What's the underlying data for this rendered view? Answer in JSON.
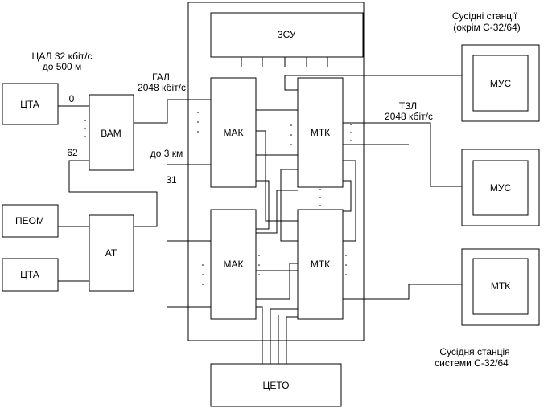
{
  "blocks": {
    "cta_top": "ЦТА",
    "peom": "ПЕОМ",
    "cta_bottom": "ЦТА",
    "vam": "ВАМ",
    "at": "АТ",
    "zsu": "ЗСУ",
    "mak_top": "МАК",
    "mtk_top": "МТК",
    "mak_bottom": "МАК",
    "mtk_bottom": "МТК",
    "ceto": "ЦЕТО",
    "mus_1": "МУС",
    "mus_2": "МУС",
    "mtk_remote": "МТК"
  },
  "labels": {
    "cal_line1": "ЦАЛ 32 кбіт/с",
    "cal_line2": "до 500 м",
    "port_0": "0",
    "port_62": "62",
    "gal_line1": "ГАЛ",
    "gal_line2": "2048 кбіт/с",
    "distance": "до 3 км",
    "port_31": "31",
    "tzl_line1": "ТЗЛ",
    "tzl_line2": "2048 кбіт/с",
    "neighbors_line1": "Сусідні станції",
    "neighbors_line2": "(окрім С-32/64)",
    "neighbor_line1": "Сусідня станція",
    "neighbor_line2": "системи С-32/64"
  }
}
